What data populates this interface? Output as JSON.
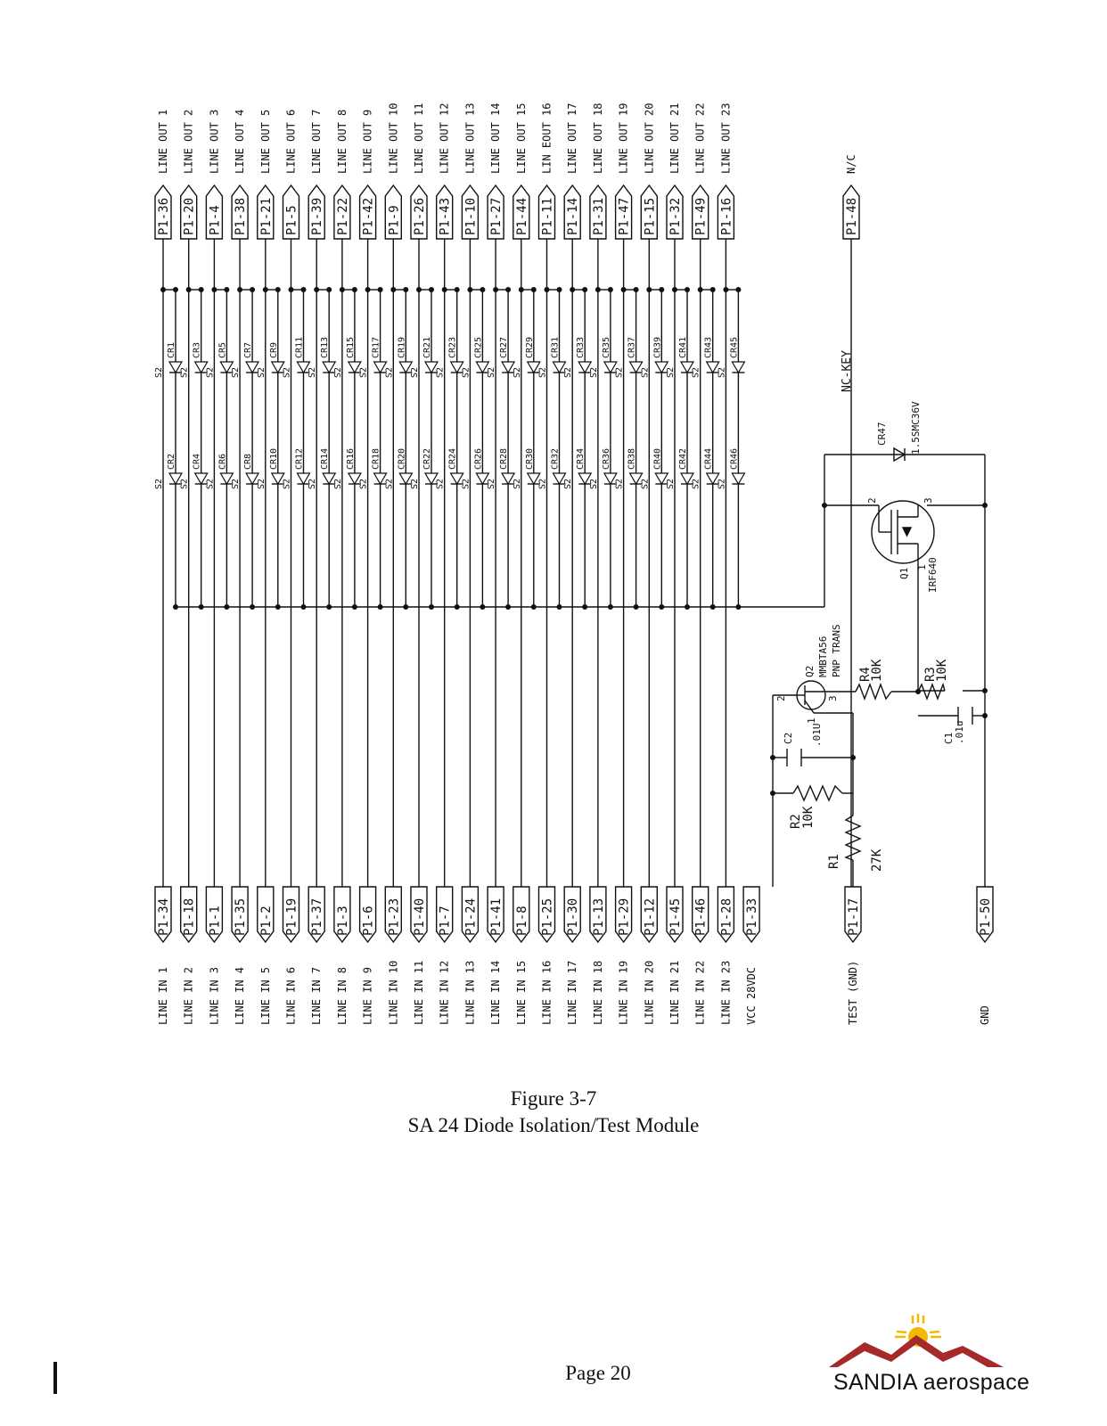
{
  "outputs": [
    {
      "pin": "P1-36",
      "label": "LINE OUT 1"
    },
    {
      "pin": "P1-20",
      "label": "LINE OUT 2"
    },
    {
      "pin": "P1-4",
      "label": "LINE OUT 3"
    },
    {
      "pin": "P1-38",
      "label": "LINE OUT 4"
    },
    {
      "pin": "P1-21",
      "label": "LINE OUT 5"
    },
    {
      "pin": "P1-5",
      "label": "LINE OUT 6"
    },
    {
      "pin": "P1-39",
      "label": "LINE OUT 7"
    },
    {
      "pin": "P1-22",
      "label": "LINE OUT 8"
    },
    {
      "pin": "P1-42",
      "label": "LINE OUT 9"
    },
    {
      "pin": "P1-9",
      "label": "LINE OUT 10"
    },
    {
      "pin": "P1-26",
      "label": "LINE OUT 11"
    },
    {
      "pin": "P1-43",
      "label": "LINE OUT 12"
    },
    {
      "pin": "P1-10",
      "label": "LINE OUT 13"
    },
    {
      "pin": "P1-27",
      "label": "LINE OUT 14"
    },
    {
      "pin": "P1-44",
      "label": "LINE OUT 15"
    },
    {
      "pin": "P1-11",
      "label": "LIN EOUT 16"
    },
    {
      "pin": "P1-14",
      "label": "LINE OUT 17"
    },
    {
      "pin": "P1-31",
      "label": "LINE OUT 18"
    },
    {
      "pin": "P1-47",
      "label": "LINE OUT 19"
    },
    {
      "pin": "P1-15",
      "label": "LINE OUT 20"
    },
    {
      "pin": "P1-32",
      "label": "LINE OUT 21"
    },
    {
      "pin": "P1-49",
      "label": "LINE OUT 22"
    },
    {
      "pin": "P1-16",
      "label": "LINE OUT 23"
    }
  ],
  "output_extra": {
    "pin": "P1-48",
    "label": "N/C"
  },
  "inputs": [
    {
      "pin": "P1-34",
      "label": "LINE IN 1"
    },
    {
      "pin": "P1-18",
      "label": "LINE IN 2"
    },
    {
      "pin": "P1-1",
      "label": "LINE IN 3"
    },
    {
      "pin": "P1-35",
      "label": "LINE IN 4"
    },
    {
      "pin": "P1-2",
      "label": "LINE IN 5"
    },
    {
      "pin": "P1-19",
      "label": "LINE IN 6"
    },
    {
      "pin": "P1-37",
      "label": "LINE IN 7"
    },
    {
      "pin": "P1-3",
      "label": "LINE IN 8"
    },
    {
      "pin": "P1-6",
      "label": "LINE IN 9"
    },
    {
      "pin": "P1-23",
      "label": "LINE IN 10"
    },
    {
      "pin": "P1-40",
      "label": "LINE IN 11"
    },
    {
      "pin": "P1-7",
      "label": "LINE IN 12"
    },
    {
      "pin": "P1-24",
      "label": "LINE IN 13"
    },
    {
      "pin": "P1-41",
      "label": "LINE IN 14"
    },
    {
      "pin": "P1-8",
      "label": "LINE IN 15"
    },
    {
      "pin": "P1-25",
      "label": "LINE IN 16"
    },
    {
      "pin": "P1-30",
      "label": "LINE IN 17"
    },
    {
      "pin": "P1-13",
      "label": "LINE IN 18"
    },
    {
      "pin": "P1-29",
      "label": "LINE IN 19"
    },
    {
      "pin": "P1-12",
      "label": "LINE IN 20"
    },
    {
      "pin": "P1-45",
      "label": "LINE IN 21"
    },
    {
      "pin": "P1-46",
      "label": "LINE IN 22"
    },
    {
      "pin": "P1-28",
      "label": "LINE IN 23"
    },
    {
      "pin": "P1-33",
      "label": "VCC 28VDC"
    }
  ],
  "input_extra": [
    {
      "pin": "P1-17",
      "label": "TEST (GND)"
    },
    {
      "pin": "P1-50",
      "label": "GND"
    }
  ],
  "diodes_top": [
    "CR1",
    "CR3",
    "CR5",
    "CR7",
    "CR9",
    "CR11",
    "CR13",
    "CR15",
    "CR17",
    "CR19",
    "CR21",
    "CR23",
    "CR25",
    "CR27",
    "CR29",
    "CR31",
    "CR33",
    "CR35",
    "CR37",
    "CR39",
    "CR41",
    "CR43",
    "CR45"
  ],
  "diodes_bottom": [
    "CR2",
    "CR4",
    "CR6",
    "CR8",
    "CR10",
    "CR12",
    "CR14",
    "CR16",
    "CR18",
    "CR20",
    "CR22",
    "CR24",
    "CR26",
    "CR28",
    "CR30",
    "CR32",
    "CR34",
    "CR36",
    "CR38",
    "CR40",
    "CR42",
    "CR44",
    "CR46"
  ],
  "diode_prefix": "S2",
  "components": {
    "nc_key": "NC-KEY",
    "cr47": "CR47",
    "cr47_part": "1.5SMC36V",
    "q1": "Q1",
    "q1_part": "IRF640",
    "q1_pin1": "1",
    "q1_pin2": "2",
    "q1_pin3": "3",
    "q2": "Q2",
    "q2_part": "MMBTA56",
    "q2_type": "PNP TRANS",
    "q2_pin1": "1",
    "q2_pin2": "2",
    "q2_pin3": "3",
    "r4": "R4",
    "r4_val": "10K",
    "r3": "R3",
    "r3_val": "10K",
    "c1": "C1",
    "c1_val": ".01u",
    "c2": "C2",
    "c2_val": ".01U",
    "r2": "R2",
    "r2_val": "10K",
    "r1": "R1",
    "r1_val": "27K"
  },
  "caption": {
    "line1": "Figure 3-7",
    "line2": "SA 24 Diode Isolation/Test Module"
  },
  "page": "Page 20",
  "logo": {
    "text": "SANDIA aerospace"
  }
}
